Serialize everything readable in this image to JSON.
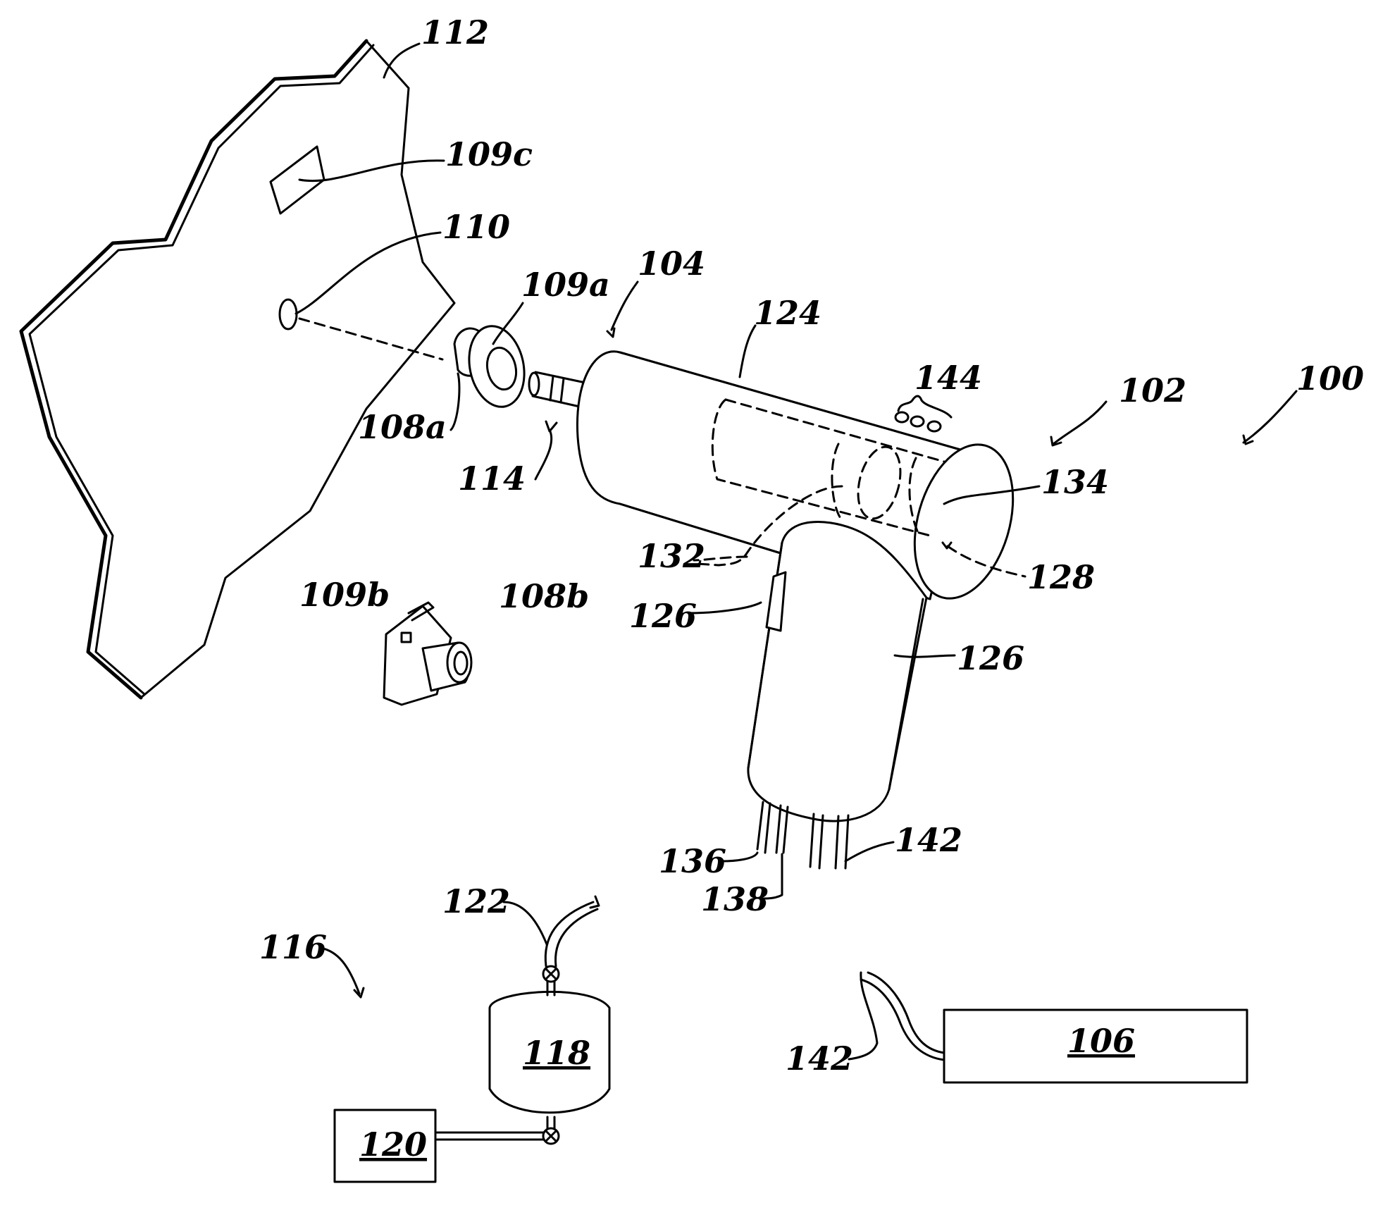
{
  "labels": {
    "l100": "100",
    "l102": "102",
    "l104": "104",
    "l106": "106",
    "l108a": "108a",
    "l108b": "108b",
    "l109a": "109a",
    "l109b": "109b",
    "l109c": "109c",
    "l110": "110",
    "l112": "112",
    "l114": "114",
    "l116": "116",
    "l118": "118",
    "l120": "120",
    "l122": "122",
    "l124": "124",
    "l126a": "126",
    "l126b": "126",
    "l128": "128",
    "l132": "132",
    "l134": "134",
    "l136": "136",
    "l138": "138",
    "l142a": "142",
    "l142b": "142",
    "l144": "144"
  }
}
